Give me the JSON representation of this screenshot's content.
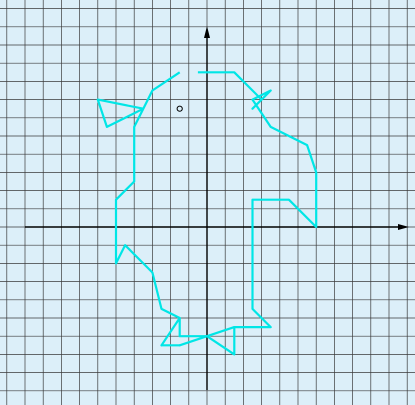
{
  "colors": {
    "background": "#dceff9",
    "grid": "#3a3a3a",
    "axis": "#000000",
    "figure": "#00e6e6",
    "point": "#000000"
  },
  "figure": {
    "shape_name": "bird-outline",
    "points": [
      [
        -0.5,
        8.5
      ],
      [
        1.5,
        8.5
      ],
      [
        3,
        7
      ],
      [
        2.5,
        6.5
      ],
      [
        3.5,
        7.5
      ],
      [
        2.5,
        7
      ],
      [
        3.5,
        5.5
      ],
      [
        5.5,
        4.5
      ],
      [
        6,
        3
      ],
      [
        6,
        0
      ],
      [
        4.5,
        1.5
      ],
      [
        2.5,
        1.5
      ],
      [
        2.5,
        -4.5
      ],
      [
        3.5,
        -5.5
      ],
      [
        1.5,
        -5.5
      ],
      [
        1.5,
        -7
      ],
      [
        0,
        -6
      ],
      [
        -1.5,
        -6
      ],
      [
        -1.5,
        -5
      ],
      [
        -2.5,
        -4.5
      ],
      [
        -3,
        -2.5
      ],
      [
        -3.5,
        -2
      ],
      [
        -4.5,
        -1
      ],
      [
        -5,
        -2
      ],
      [
        -5,
        1.5
      ],
      [
        -4,
        2.5
      ],
      [
        -4,
        5.5
      ],
      [
        -3.5,
        6.5
      ],
      [
        -5.5,
        5.5
      ],
      [
        -6,
        7
      ],
      [
        -3.5,
        6.5
      ],
      [
        -3,
        7.5
      ],
      [
        -1.5,
        8.5
      ]
    ],
    "extra_segments": [
      [
        [
          -1.5,
          -5
        ],
        [
          -2.5,
          -6.5
        ]
      ],
      [
        [
          -2.5,
          -6.5
        ],
        [
          -1.5,
          -6.5
        ]
      ],
      [
        [
          -1.5,
          -6.5
        ],
        [
          0,
          -6
        ]
      ],
      [
        [
          0,
          -6
        ],
        [
          1.5,
          -5.5
        ]
      ]
    ],
    "marked_point": [
      -1.5,
      6.5
    ]
  }
}
